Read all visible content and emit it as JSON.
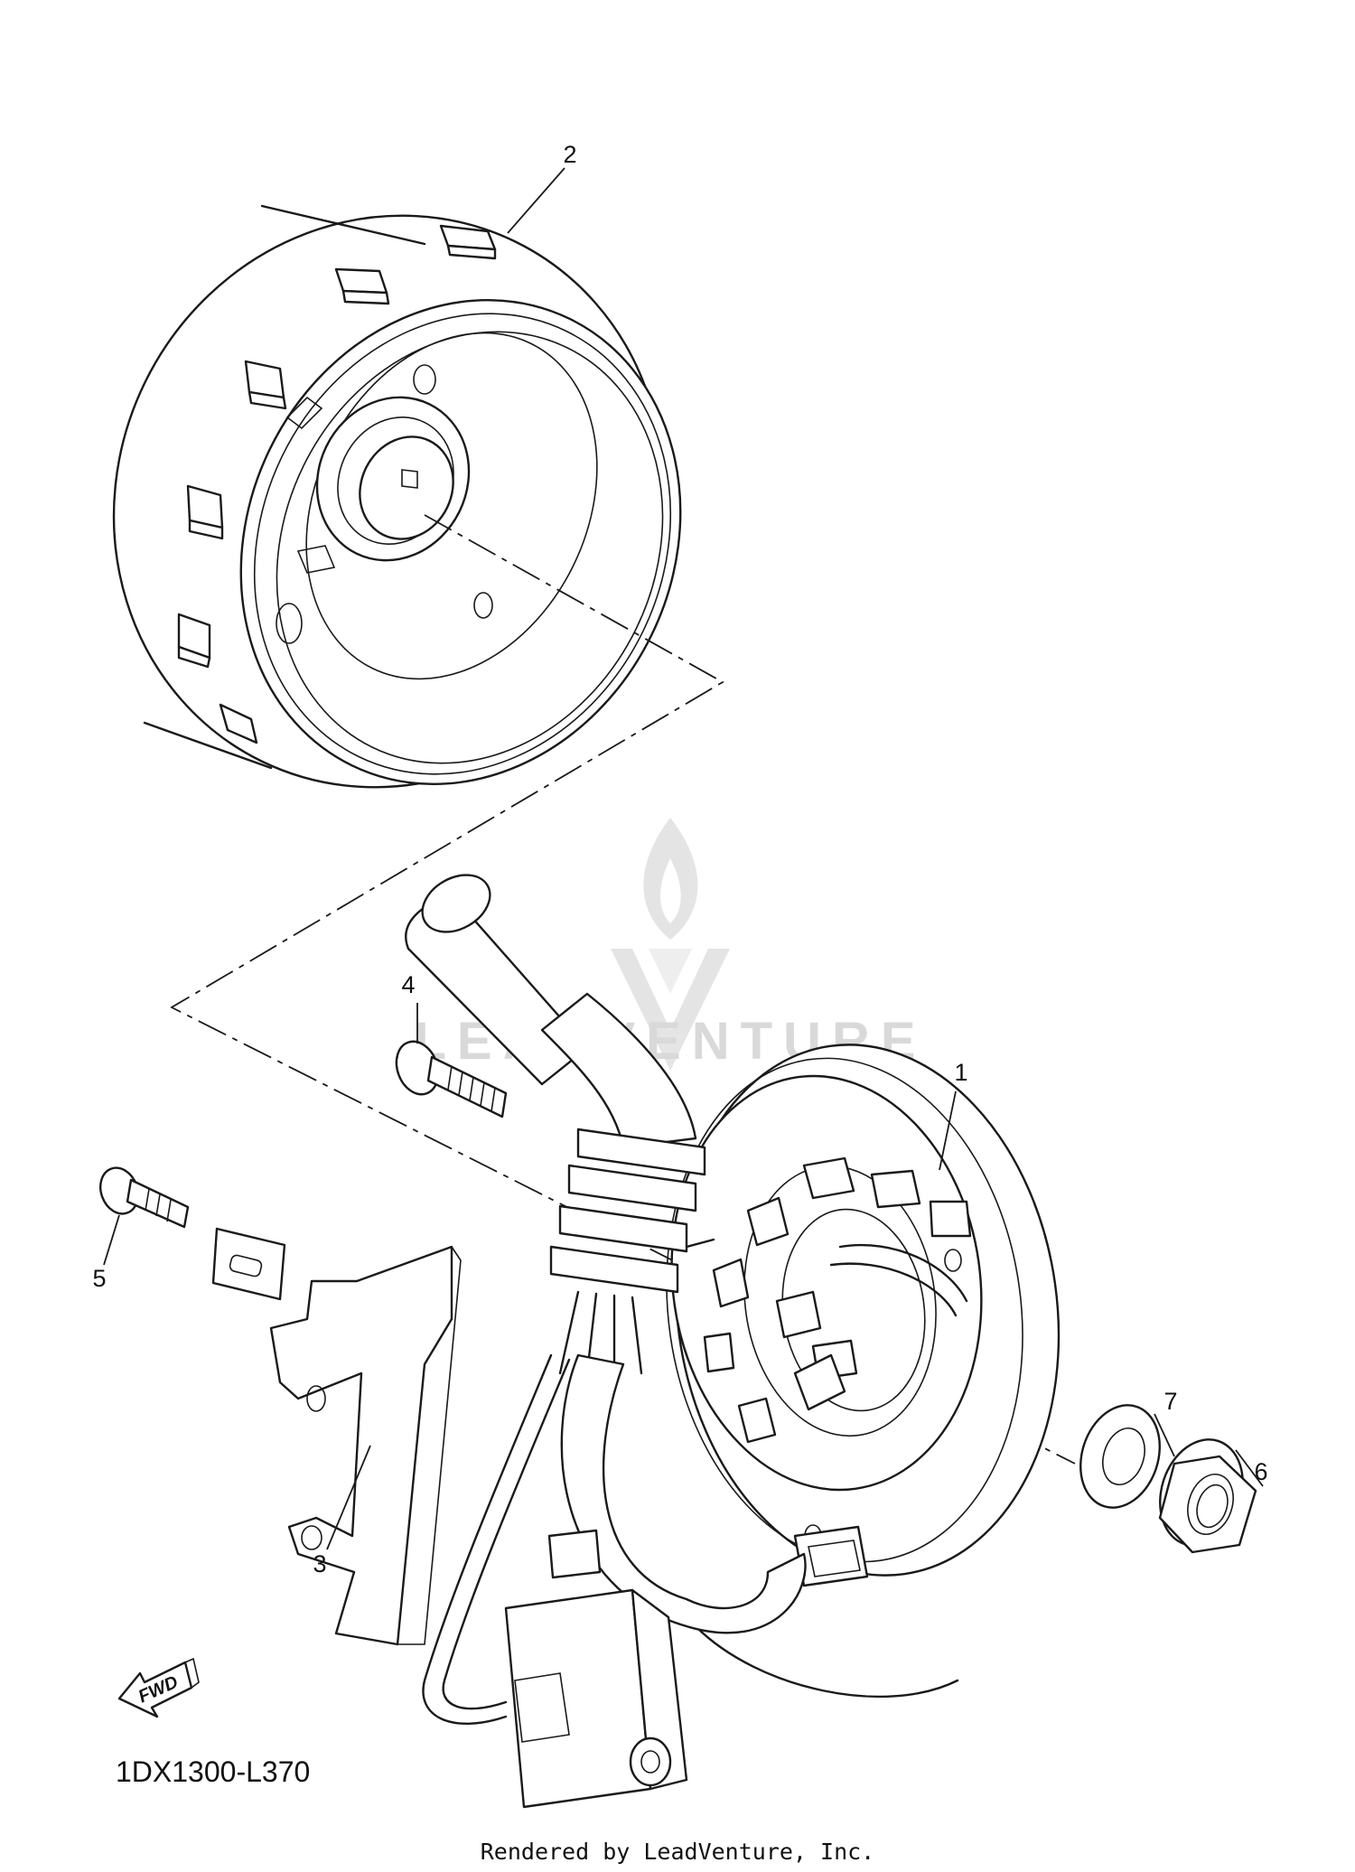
{
  "diagram": {
    "parts": [
      {
        "number": "1",
        "part": "stator"
      },
      {
        "number": "2",
        "part": "rotor"
      },
      {
        "number": "3",
        "part": "bracket"
      },
      {
        "number": "4",
        "part": "screw"
      },
      {
        "number": "5",
        "part": "bolt"
      },
      {
        "number": "6",
        "part": "nut"
      },
      {
        "number": "7",
        "part": "washer"
      }
    ],
    "direction_label": "FWD",
    "diagram_code": "1DX1300-L370",
    "watermark_text": "LEADVENTURE",
    "footer_text": "Rendered by LeadVenture, Inc.",
    "line_color": "#1a1a1a",
    "watermark_color": "#d9d9d9"
  }
}
